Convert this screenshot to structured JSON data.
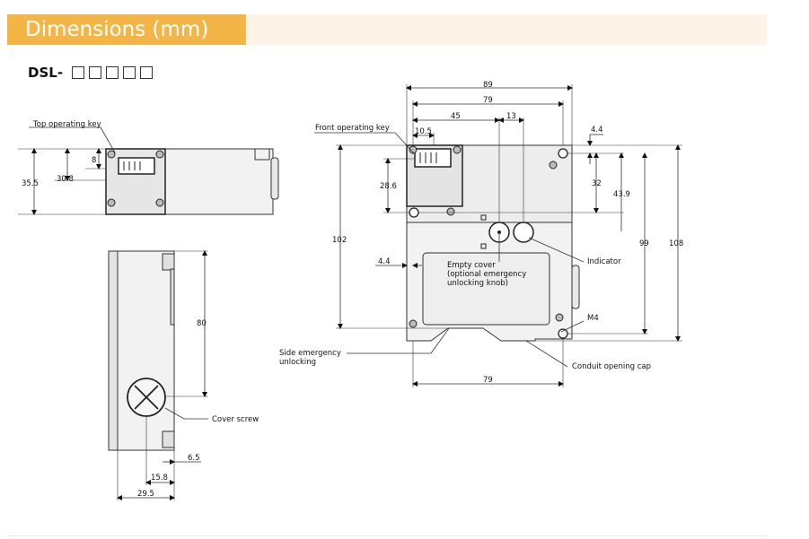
{
  "header": {
    "title": "Dimensions (mm)"
  },
  "model": {
    "prefix": "DSL-",
    "box_count": 5
  },
  "top_view": {
    "label_top_operating_key": "Top operating key",
    "dim_8": "8",
    "dim_30_8": "30.8",
    "dim_35_5": "35.5"
  },
  "side_view": {
    "dim_80": "80",
    "label_cover_screw": "Cover screw",
    "dim_6_5": "6.5",
    "dim_15_8": "15.8",
    "dim_29_5": "29.5"
  },
  "front_view": {
    "dim_89": "89",
    "dim_79_top": "79",
    "dim_45": "45",
    "dim_13": "13",
    "dim_10_5": "10.5",
    "label_front_operating_key": "Front operating key",
    "dim_4_4_right": "4.4",
    "dim_32": "32",
    "dim_43_9": "43.9",
    "dim_99": "99",
    "dim_108": "108",
    "dim_28_6": "28.6",
    "dim_102": "102",
    "dim_4_4_left": "4.4",
    "label_empty_cover_1": "Empty cover",
    "label_empty_cover_2": "(optional emergency",
    "label_empty_cover_3": "unlocking knob)",
    "label_indicator": "Indicator",
    "label_m4": "M4",
    "label_side_emergency_1": "Side emergency",
    "label_side_emergency_2": "unlocking",
    "label_conduit_cap": "Conduit opening cap",
    "dim_79_bottom": "79"
  }
}
